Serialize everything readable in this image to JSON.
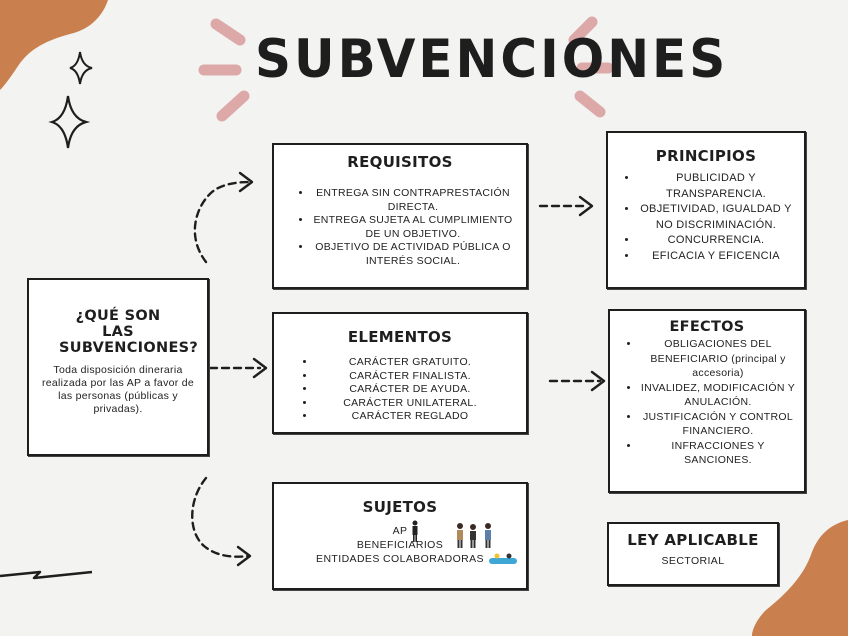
{
  "title": "SUBVENCIONES",
  "intro": {
    "heading": "¿QUÉ SON LAS SUBVENCIONES?",
    "text": "Toda disposición dineraria realizada por las AP a favor de las personas (públicas y privadas)."
  },
  "requisitos": {
    "title": "REQUISITOS",
    "items": [
      "ENTREGA SIN CONTRAPRESTACIÓN DIRECTA.",
      "ENTREGA SUJETA AL CUMPLIMIENTO DE UN OBJETIVO.",
      "OBJETIVO DE ACTIVIDAD PÚBLICA O INTERÉS SOCIAL."
    ]
  },
  "principios": {
    "title": "PRINCIPIOS",
    "items": [
      "PUBLICIDAD Y TRANSPARENCIA.",
      "OBJETIVIDAD, IGUALDAD Y NO DISCRIMINACIÓN.",
      "CONCURRENCIA.",
      "EFICACIA Y EFICENCIA"
    ]
  },
  "elementos": {
    "title": "ELEMENTOS",
    "items": [
      "CARÁCTER GRATUITO.",
      "CARÁCTER FINALISTA.",
      "CARÁCTER DE AYUDA.",
      "CARÁCTER UNILATERAL.",
      "CARÁCTER REGLADO"
    ]
  },
  "efectos": {
    "title": "EFECTOS",
    "items": [
      "OBLIGACIONES DEL BENEFICIARIO (principal y accesoria)",
      "INVALIDEZ, MODIFICACIÓN Y ANULACIÓN.",
      "JUSTIFICACIÓN Y CONTROL FINANCIERO.",
      "INFRACCIONES Y SANCIONES."
    ]
  },
  "sujetos": {
    "title": "SUJETOS",
    "lines": [
      "AP",
      "BENEFICIARIOS",
      "ENTIDADES COLABORADORAS"
    ]
  },
  "ley": {
    "title": "LEY APLICABLE",
    "text": "SECTORIAL"
  },
  "colors": {
    "background": "#f3f3f1",
    "accent_pink": "#dca8a8",
    "accent_orange": "#c97f4e",
    "ink": "#1e1e1e"
  },
  "icons": [
    "sparkle-icon",
    "person-icon",
    "people-group-icon",
    "collaborators-icon",
    "dashed-arrow-icon"
  ]
}
